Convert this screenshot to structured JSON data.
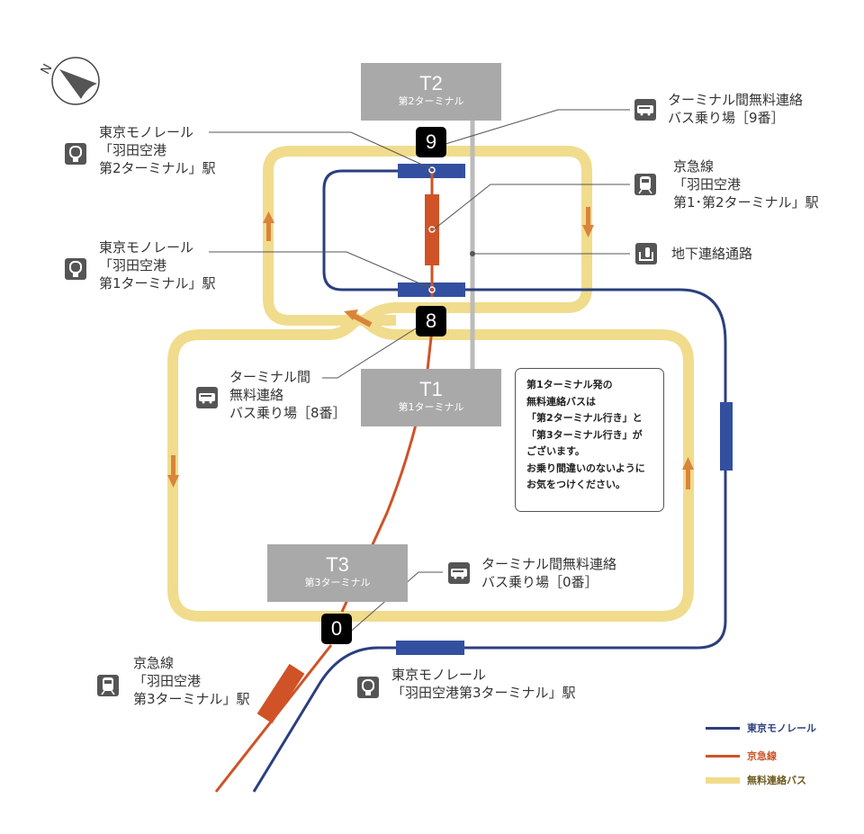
{
  "colors": {
    "monorail": "#2b3f7e",
    "monorail_station": "#3350a0",
    "keikyu": "#cf5327",
    "bus": "#f0dc8c",
    "bus_arrow": "#d9843a",
    "underground": "#bbbbbb",
    "terminal": "#a9a9a9",
    "icon_bg": "#555555"
  },
  "compass": {
    "label": "N",
    "icon": "compass-north-icon"
  },
  "terminals": [
    {
      "code": "T2",
      "name": "第2ターミナル"
    },
    {
      "code": "T1",
      "name": "第1ターミナル"
    },
    {
      "code": "T3",
      "name": "第3ターミナル"
    }
  ],
  "bus_stops": [
    {
      "number": "9"
    },
    {
      "number": "8"
    },
    {
      "number": "0"
    }
  ],
  "labels": {
    "monorail_t2": {
      "icon": "monorail-icon",
      "lines": [
        "東京モノレール",
        "「羽田空港",
        "第2ターミナル」駅"
      ]
    },
    "monorail_t1": {
      "icon": "monorail-icon",
      "lines": [
        "東京モノレール",
        "「羽田空港",
        "第1ターミナル」駅"
      ]
    },
    "bus_9": {
      "icon": "bus-icon",
      "lines": [
        "ターミナル間無料連絡",
        "バス乗り場［9番］"
      ]
    },
    "keikyu_t12": {
      "icon": "train-icon",
      "lines": [
        "京急線",
        "「羽田空港",
        "第1･第2ターミナル」駅"
      ]
    },
    "underground": {
      "icon": "underground-passage-icon",
      "lines": [
        "地下連絡通路"
      ]
    },
    "bus_8": {
      "icon": "bus-icon",
      "lines": [
        "ターミナル間",
        "無料連絡",
        "バス乗り場［8番］"
      ]
    },
    "bus_0": {
      "icon": "bus-icon",
      "lines": [
        "ターミナル間無料連絡",
        "バス乗り場［0番］"
      ]
    },
    "keikyu_t3": {
      "icon": "train-icon",
      "lines": [
        "京急線",
        "「羽田空港",
        "第3ターミナル」駅"
      ]
    },
    "monorail_t3": {
      "icon": "monorail-icon",
      "lines": [
        "東京モノレール",
        "「羽田空港第3ターミナル」駅"
      ]
    }
  },
  "note": {
    "lines": [
      "第1ターミナル発の",
      "無料連絡バスは",
      "「第2ターミナル行き」と",
      "「第3ターミナル行き」が",
      "ございます。",
      "お乗り間違いのないように",
      "お気をつけください。"
    ]
  },
  "legend": [
    {
      "label": "東京モノレール",
      "color": "#2b3f7e",
      "text_color": "#2b3f7e"
    },
    {
      "label": "京急線",
      "color": "#cf5327",
      "text_color": "#cf5327"
    },
    {
      "label": "無料連絡バス",
      "color": "#f0dc8c",
      "text_color": "#6b5a1e"
    }
  ]
}
